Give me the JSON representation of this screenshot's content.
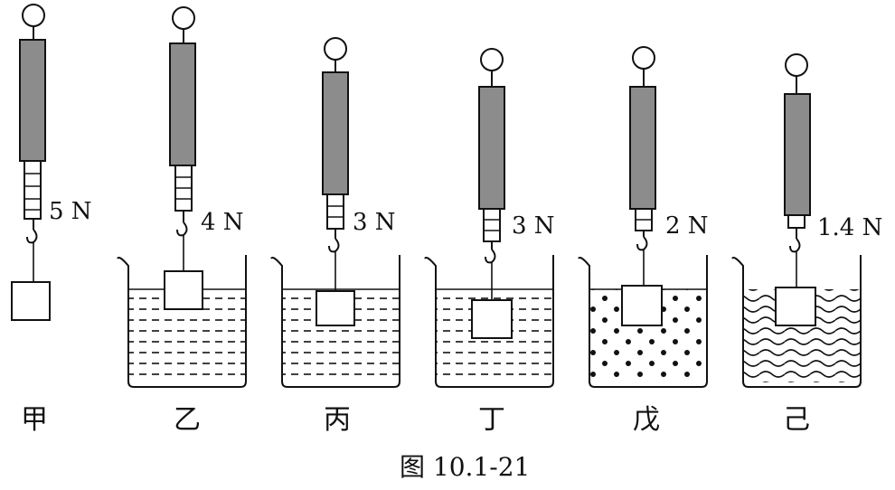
{
  "figure": {
    "caption": "图 10.1-21",
    "setups": [
      {
        "label": "甲",
        "reading": "5 N",
        "liquid": "none",
        "level": "hanging"
      },
      {
        "label": "乙",
        "reading": "4 N",
        "liquid": "dashes",
        "level": "partial"
      },
      {
        "label": "丙",
        "reading": "3 N",
        "liquid": "dashes",
        "level": "submerged"
      },
      {
        "label": "丁",
        "reading": "3 N",
        "liquid": "dashes",
        "level": "deeper"
      },
      {
        "label": "戊",
        "reading": "2 N",
        "liquid": "dots",
        "level": "submerged"
      },
      {
        "label": "己",
        "reading": "1.4 N",
        "liquid": "waves",
        "level": "submerged"
      }
    ]
  }
}
